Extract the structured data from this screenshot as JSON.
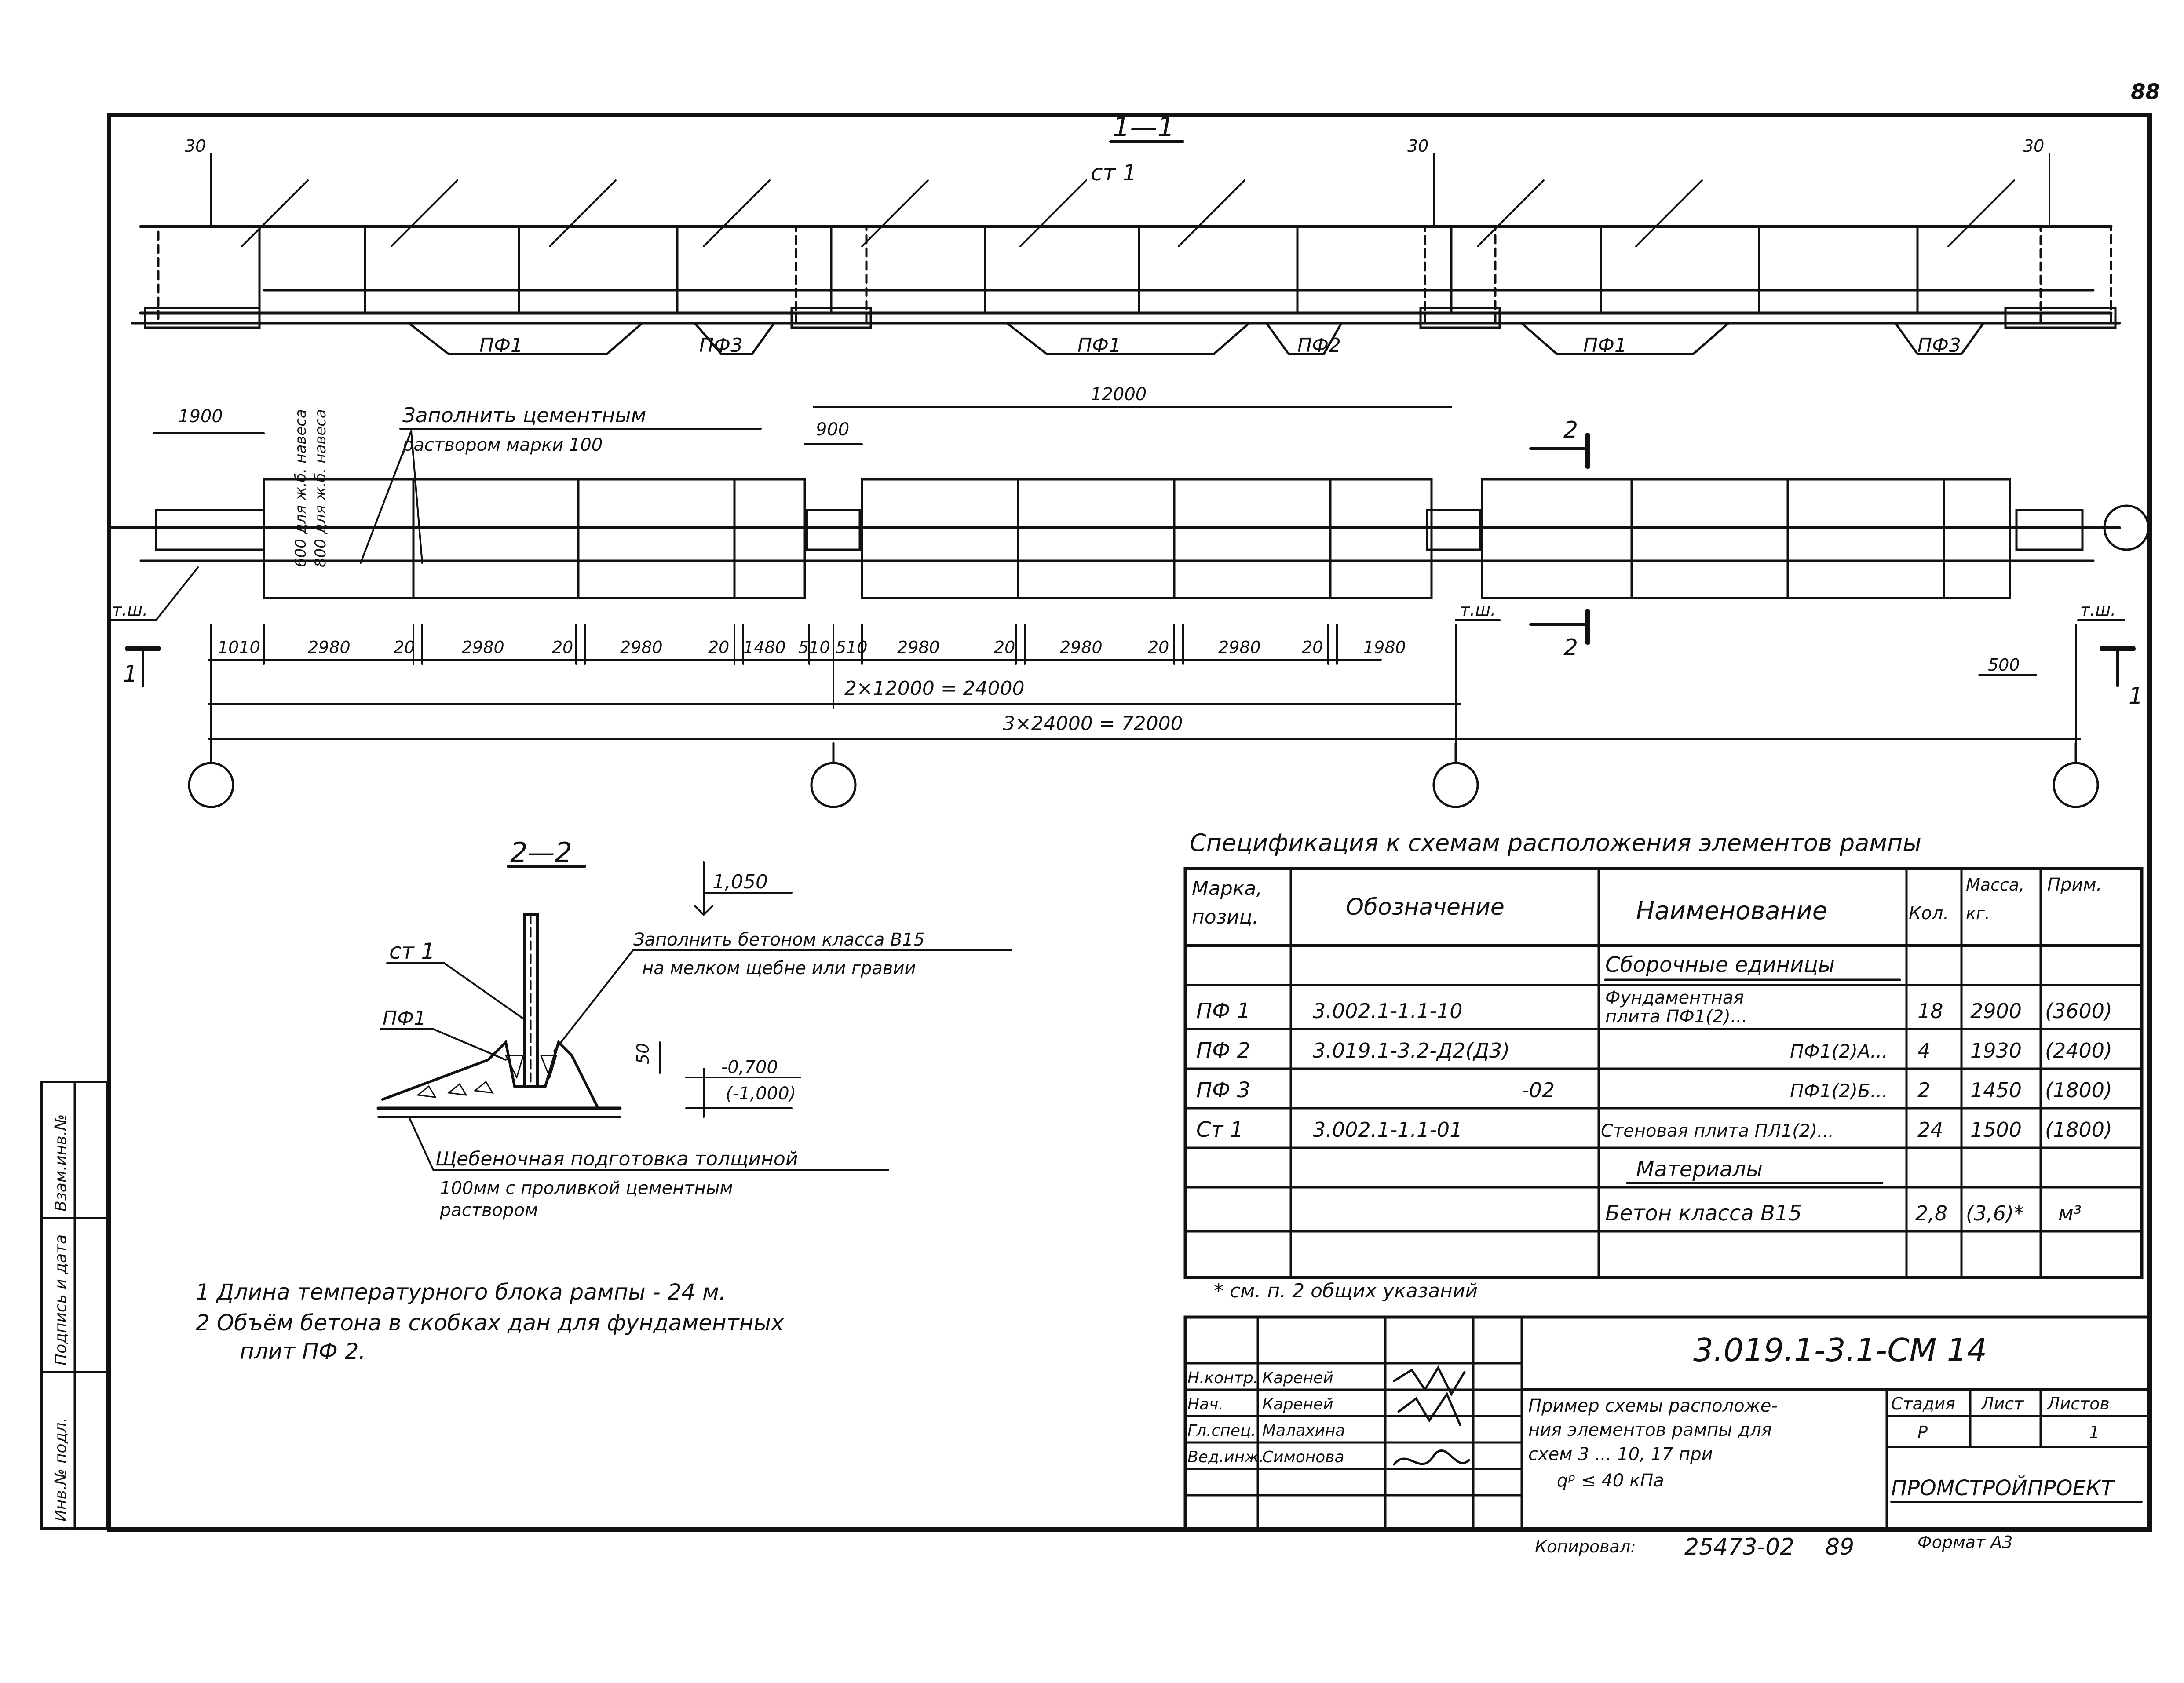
{
  "page_number": "88",
  "section_1_1": {
    "title": "1—1",
    "wall_label": "ст 1",
    "top_dim": "30"
  },
  "plan": {
    "labels": {
      "pf1": "ПФ1",
      "pf3": "ПФ3",
      "pf2": "ПФ2",
      "pf_plain": "ПФ1"
    },
    "span_dim": "12000",
    "fill_note_1": "Заполнить цементным",
    "fill_note_2": "раствором марки 100",
    "vert_note_1": "600 для ж.б. навеса",
    "vert_note_2": "800 для ж.б. навеса",
    "dim_1900": "1900",
    "dim_900": "900",
    "joint": "т.ш.",
    "section_2": "2",
    "section_1": "1",
    "dims": [
      "1010",
      "2980",
      "20",
      "2980",
      "20",
      "2980",
      "20",
      "1480",
      "510",
      "510",
      "2980",
      "20",
      "2980",
      "20",
      "2980",
      "20",
      "1980"
    ],
    "dim_500": "500",
    "sum_2x": "2×12000 = 24000",
    "sum_3x": "3×24000 = 72000"
  },
  "section_2_2": {
    "title": "2—2",
    "elev_top": "1,050",
    "wall": "ст 1",
    "pf": "ПФ1",
    "fill_note_1": "Заполнить бетоном класса В15",
    "fill_note_2": "на мелком щебне или гравии",
    "dim_50": "50",
    "elev_1": "-0,700",
    "elev_2": "(-1,000)",
    "base_note_1": "Щебеночная подготовка толщиной",
    "base_note_2": "100мм с проливкой цементным",
    "base_note_3": "раствором"
  },
  "notes": [
    "1  Длина температурного блока рампы - 24 м.",
    "2  Объём бетона в скобках дан для фундаментных",
    "плит ПФ 2."
  ],
  "spec": {
    "title": "Спецификация к схемам расположения элементов рампы",
    "headers": {
      "mark_1": "Марка,",
      "mark_2": "позиц.",
      "designation": "Обозначение",
      "name": "Наименование",
      "qty": "Кол.",
      "mass_1": "Масса,",
      "mass_2": "кг.",
      "note": "Прим."
    },
    "group_1": "Сборочные единицы",
    "rows": [
      {
        "mark": "ПФ 1",
        "designation": "3.002.1-1.1-10",
        "name_1": "Фундаментная",
        "name_2": "плита ПФ1(2)...",
        "qty": "18",
        "mass": "2900",
        "note": "(3600)"
      },
      {
        "mark": "ПФ 2",
        "designation": "3.019.1-3.2-Д2(Д3)",
        "name_1": "ПФ1(2)А...",
        "name_2": "",
        "qty": "4",
        "mass": "1930",
        "note": "(2400)"
      },
      {
        "mark": "ПФ 3",
        "designation": "-02",
        "name_1": "ПФ1(2)Б...",
        "name_2": "",
        "qty": "2",
        "mass": "1450",
        "note": "(1800)"
      },
      {
        "mark": "Ст 1",
        "designation": "3.002.1-1.1-01",
        "name_1": "Стеновая плита ПЛ1(2)...",
        "name_2": "",
        "qty": "24",
        "mass": "1500",
        "note": "(1800)"
      }
    ],
    "group_2": "Материалы",
    "material": {
      "name": "Бетон класса В15",
      "qty": "2,8",
      "mass": "(3,6)*",
      "note": "м³"
    },
    "footnote": "* см. п. 2 общих указаний"
  },
  "title_block": {
    "code": "3.019.1-3.1-СМ 14",
    "roles": [
      "Н.контр.",
      "Нач.",
      "Гл.спец.",
      "Вед.инж."
    ],
    "names": [
      "Кареней",
      "Кареней",
      "Малахина",
      "Симонова"
    ],
    "desc": [
      "Пример схемы расположе-",
      "ния элементов рампы для",
      "схем 3 ... 10, 17 при",
      "qᵖ ≤ 40 кПа"
    ],
    "stage_h": "Стадия",
    "sheet_h": "Лист",
    "sheets_h": "Листов",
    "stage": "Р",
    "sheets": "1",
    "org": "ПРОМСТРОЙПРОЕКТ"
  },
  "side_stamp": [
    "Инв.№ подл.",
    "Подпись и дата",
    "Взам.инв.№"
  ],
  "footer": {
    "copied": "Копировал:",
    "num": "25473-02",
    "sheet": "89",
    "format": "Формат А3"
  }
}
